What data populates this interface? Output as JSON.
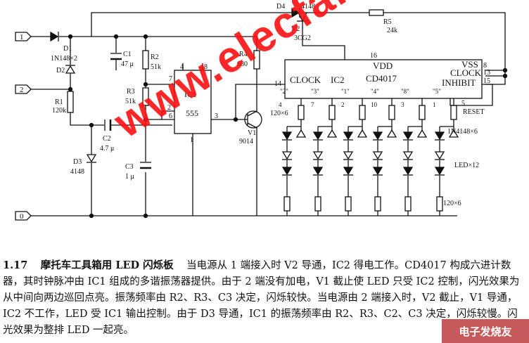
{
  "terminals": [
    "1",
    "2",
    "0"
  ],
  "labels": {
    "D1": "D1",
    "D1v": "1N148×2",
    "D2": "D2",
    "C1": "C1",
    "C1v": "47 μ",
    "R2": "R2",
    "R2v": "51k",
    "R1": "R1",
    "R1v": "120k",
    "R3": "R3",
    "R3v": "51k",
    "C2": "C2",
    "C2v": "4.7 μ",
    "D3": "D3",
    "D3v": "4148",
    "C3": "C3",
    "C3v": "1 μ",
    "IC1": "IC1",
    "IC1t": "555",
    "R4": "R4",
    "R4v": "680",
    "V1": "V1",
    "V1t": "9014",
    "D4": "D4",
    "D4v": "4148",
    "V2": "V2",
    "V2t": "3CG2",
    "R5": "R5",
    "R5v": "24k",
    "VDD": "VDD",
    "IC2": "IC2",
    "CD": "CD4017",
    "CLK": "CLOCK",
    "VSS": "VSS",
    "CLK2": "CLOCK",
    "INH": "INHIBIT",
    "RESET": "RESET",
    "Rled": "120×6",
    "Dled": "1N4148×6",
    "LED": "LED×12",
    "Rbot": "120×6"
  },
  "pins": {
    "p4": "4",
    "p8": "8",
    "p7": "7",
    "p2": "2",
    "p6": "6",
    "p3": "3",
    "p1": "1",
    "p16": "16",
    "p14": "14",
    "q8": "8",
    "q13": "13",
    "q15": "15",
    "q5": "5"
  },
  "outputs": [
    {
      "name": "\"2\"",
      "pin": "4"
    },
    {
      "name": "\"3\"",
      "pin": "7"
    },
    {
      "name": "\"1\"",
      "pin": "2"
    },
    {
      "name": "\"4\"",
      "pin": "10"
    },
    {
      "name": "\"8\"",
      "pin": "3"
    },
    {
      "name": "\"5\"",
      "pin": "1"
    }
  ],
  "caption": {
    "num": "1.17",
    "title": "摩托车工具箱用 LED 闪烁板",
    "body": "当电源从 1 端接入时 V2 导通，IC2 得电工作。CD4017 构成六进计数器，其时钟脉冲由 IC1 组成的多谐振荡器提供。由于 2 端没有加电，V1 截止使 LED 只受 IC2 控制，闪光效果为从中间向两边巡回点亮。振荡频率由 R2、R3、C3 决定，闪烁较快。当电源由 2 端接入时，V2 截止，V1 导通，IC2 不工作，LED 受 IC1 输出控制。由于 D3 导通，IC1 的振荡频率由 R2、R3、C2、C3 决定，闪烁较慢。闪光效果为整排 LED 一起亮。"
  },
  "watermark": "www.elecfans.com",
  "logo": "电子发烧友"
}
